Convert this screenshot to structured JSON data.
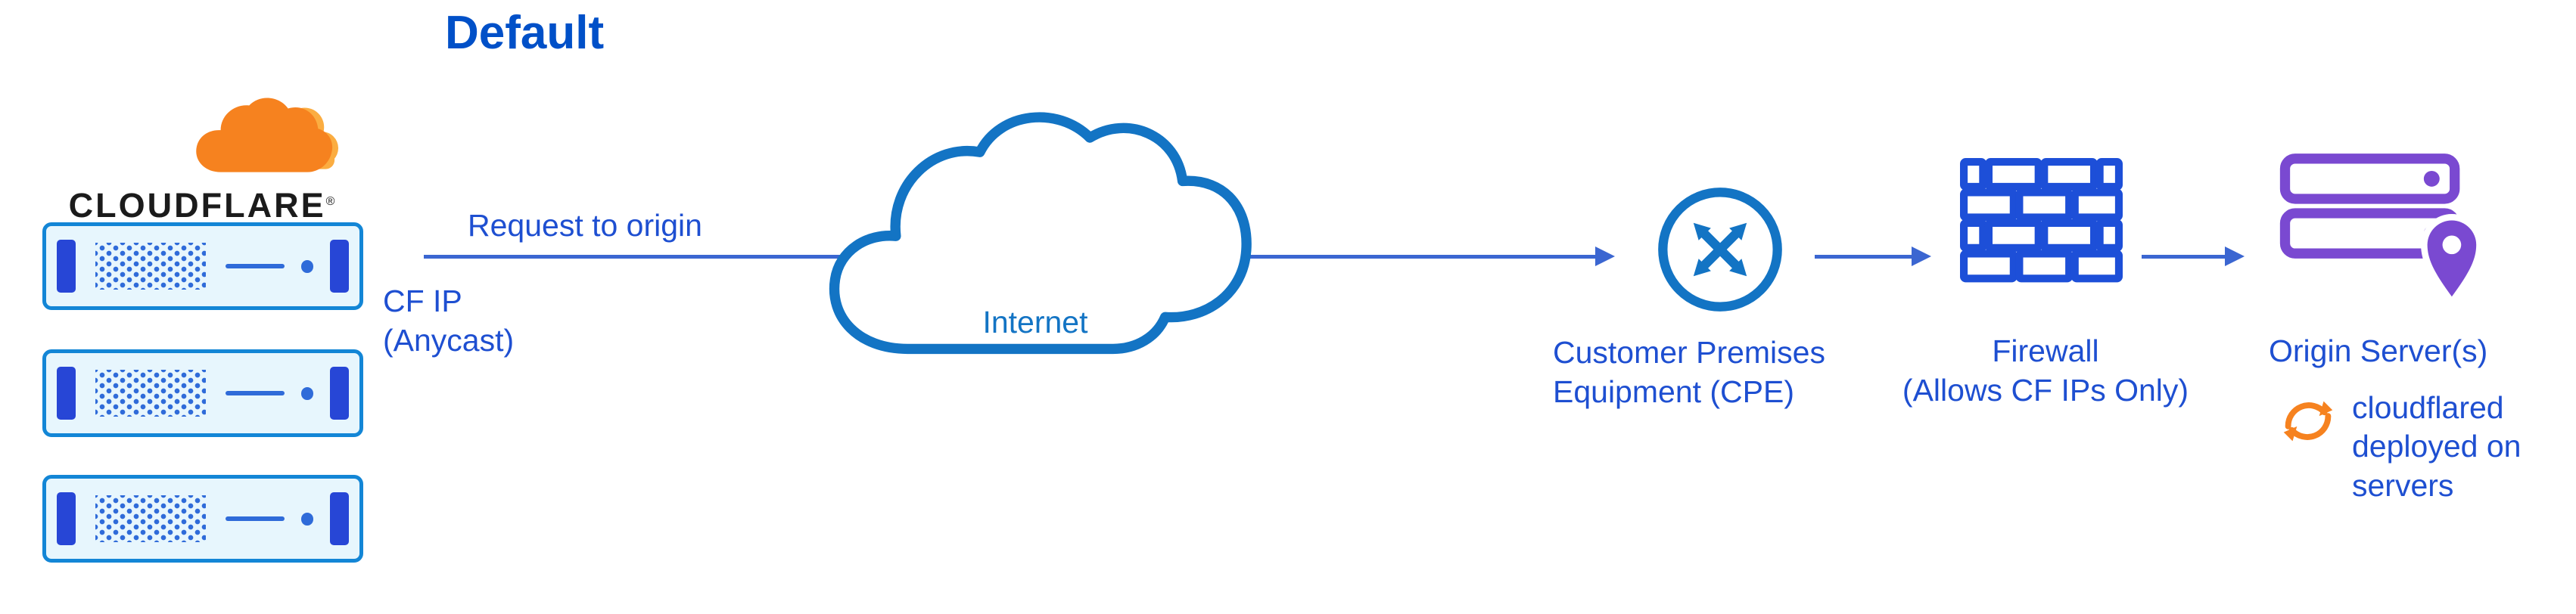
{
  "title": "Default",
  "brand": {
    "name": "CLOUDFLARE",
    "reg": "®"
  },
  "nodes": {
    "cf_edge": {
      "request_label": "Request to origin",
      "cf_ip_label": "CF IP\n(Anycast)"
    },
    "internet": {
      "label": "Internet"
    },
    "cpe": {
      "label": "Customer Premises\nEquipment (CPE)"
    },
    "firewall": {
      "label": "Firewall\n(Allows CF IPs Only)"
    },
    "origin": {
      "label": "Origin Server(s)",
      "note": "cloudflared\ndeployed on\nservers"
    }
  },
  "colors": {
    "title_blue": "#0050c8",
    "text_blue": "#1e4fd1",
    "line_blue": "#3b66d1",
    "cloud_blue": "#1374c4",
    "brick_blue": "#1d4fd8",
    "server_border": "#1386d6",
    "server_fill": "#e7f6fd",
    "server_tab": "#2746d6",
    "server_detail": "#2f6bd9",
    "cf_orange": "#f6821f",
    "cf_orange_light": "#fbad41",
    "origin_purple": "#7a49d1",
    "wordmark_black": "#1b1b1b"
  }
}
